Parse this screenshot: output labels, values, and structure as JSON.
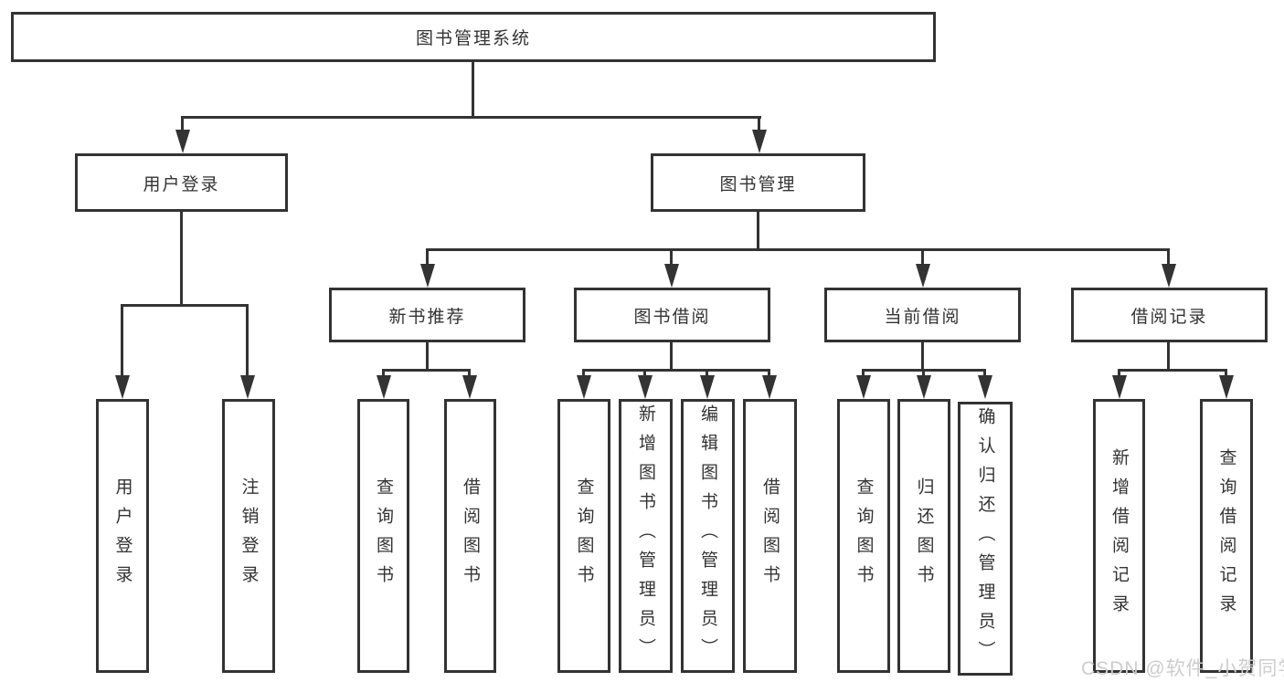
{
  "diagram": {
    "root": "图书管理系统",
    "level2": [
      "用户登录",
      "图书管理"
    ],
    "level3": [
      "新书推荐",
      "图书借阅",
      "当前借阅",
      "借阅记录"
    ],
    "leaves_user_login": [
      "用户登录",
      "注销登录"
    ],
    "leaves_new_book": [
      "查询图书",
      "借阅图书"
    ],
    "leaves_book_borrow": [
      "查询图书",
      "新增图书（管理员）",
      "编辑图书（管理员）",
      "借阅图书"
    ],
    "leaves_current_borrow": [
      "查询图书",
      "归还图书",
      "确认归还（管理员）"
    ],
    "leaves_borrow_records": [
      "新增借阅记录",
      "查询借阅记录"
    ]
  },
  "watermark": "CSDN @软件_小贺同学"
}
